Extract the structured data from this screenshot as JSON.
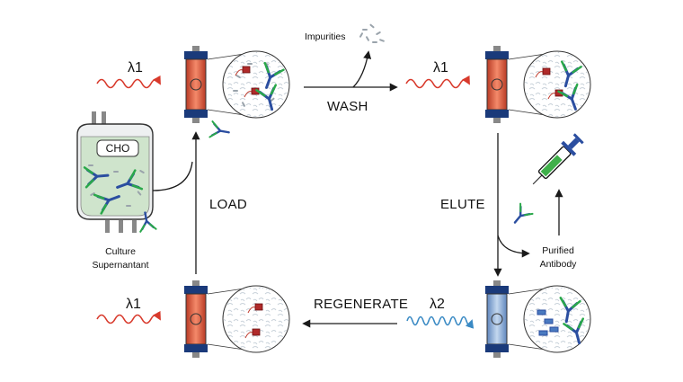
{
  "labels": {
    "impurities": "Impurities",
    "wash": "WASH",
    "load": "LOAD",
    "elute": "ELUTE",
    "regenerate": "REGENERATE",
    "cho": "CHO",
    "culture_line1": "Culture",
    "culture_line2": "Supernantant",
    "purified_line1": "Purified",
    "purified_line2": "Antibody",
    "lambda_load": "λ1",
    "lambda_wash": "λ1",
    "lambda_regen": "λ1",
    "lambda_elute": "λ2"
  },
  "colors": {
    "red_wave": "#d83a2c",
    "blue_wave": "#3a8ac4",
    "column_red": "#e8553c",
    "column_blue": "#8fb3dc",
    "antibody_blue": "#2b4ea0",
    "antibody_green": "#2aa84a",
    "syringe_green": "#3fb04a",
    "arrow": "#1a1a1a"
  }
}
